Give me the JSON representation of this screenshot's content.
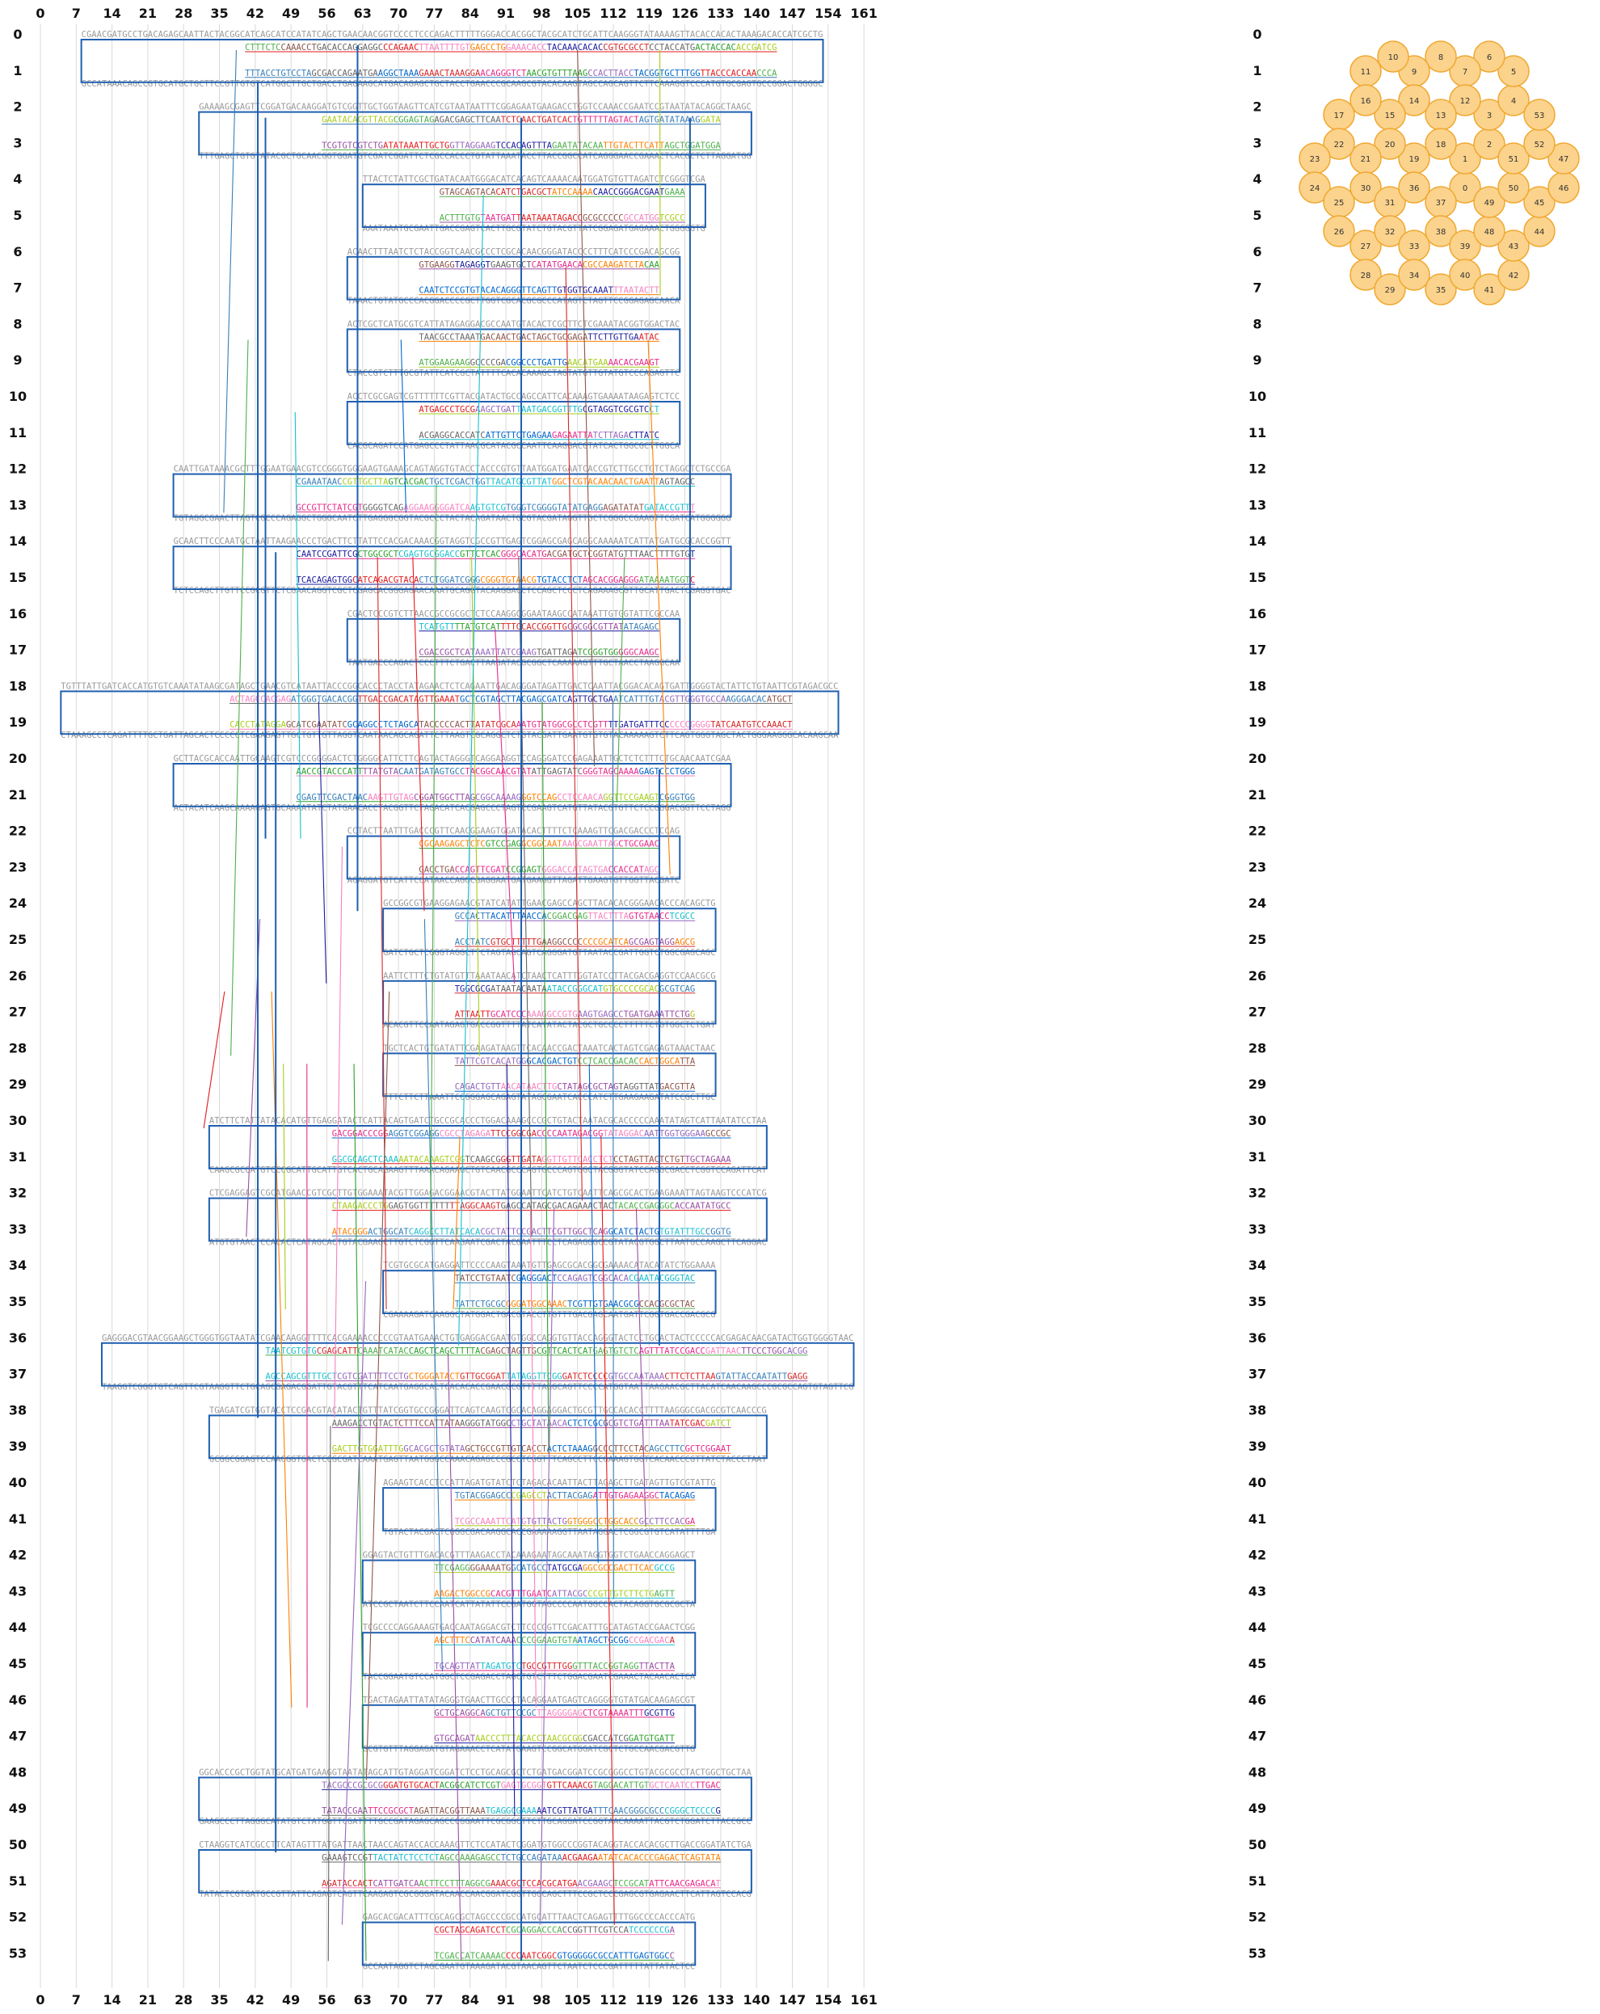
{
  "diagram": {
    "col_labels": [
      "0",
      "7",
      "14",
      "21",
      "28",
      "35",
      "42",
      "49",
      "56",
      "63",
      "70",
      "77",
      "84",
      "91",
      "98",
      "105",
      "112",
      "119",
      "126",
      "133",
      "140",
      "147",
      "154",
      "161"
    ],
    "row_labels": [
      "0",
      "1",
      "2",
      "3",
      "4",
      "5",
      "6",
      "7",
      "8",
      "9",
      "10",
      "11",
      "12",
      "13",
      "14",
      "15",
      "16",
      "17",
      "18",
      "19",
      "20",
      "21",
      "22",
      "23",
      "24",
      "25",
      "26",
      "27",
      "28",
      "29",
      "30",
      "31",
      "32",
      "33",
      "34",
      "35",
      "36",
      "37",
      "38",
      "39",
      "40",
      "41",
      "42",
      "43",
      "44",
      "45",
      "46",
      "47",
      "48",
      "49",
      "50",
      "51",
      "52",
      "53"
    ],
    "helix_labels": [
      "0",
      "1",
      "2",
      "3",
      "4",
      "5",
      "6",
      "7",
      "8",
      "9",
      "10",
      "11",
      "12",
      "13",
      "14",
      "15",
      "16",
      "17",
      "18",
      "19",
      "20",
      "21",
      "22",
      "23",
      "24",
      "25",
      "26",
      "27",
      "28",
      "29",
      "30",
      "31",
      "32",
      "33",
      "34",
      "35",
      "36",
      "37",
      "38",
      "39",
      "40",
      "41",
      "42",
      "43",
      "44",
      "45",
      "46",
      "47",
      "48",
      "49",
      "50",
      "51",
      "52",
      "53"
    ],
    "colors": {
      "helix_fill": "#fbd38d",
      "helix_stroke": "#f0a830",
      "box_stroke": "#1f5fb0",
      "scaffold_text": "#9a9a9a",
      "grid": "#d9d9d9",
      "strand_palette": [
        "#e41a1c",
        "#377eb8",
        "#4daf4a",
        "#984ea3",
        "#ff7f00",
        "#a6cd1a",
        "#17becf",
        "#e7298a",
        "#1b1b9e",
        "#666666",
        "#f781bf",
        "#2ca02c",
        "#9467bd",
        "#d62728",
        "#8c564b",
        "#0066cc"
      ]
    }
  }
}
